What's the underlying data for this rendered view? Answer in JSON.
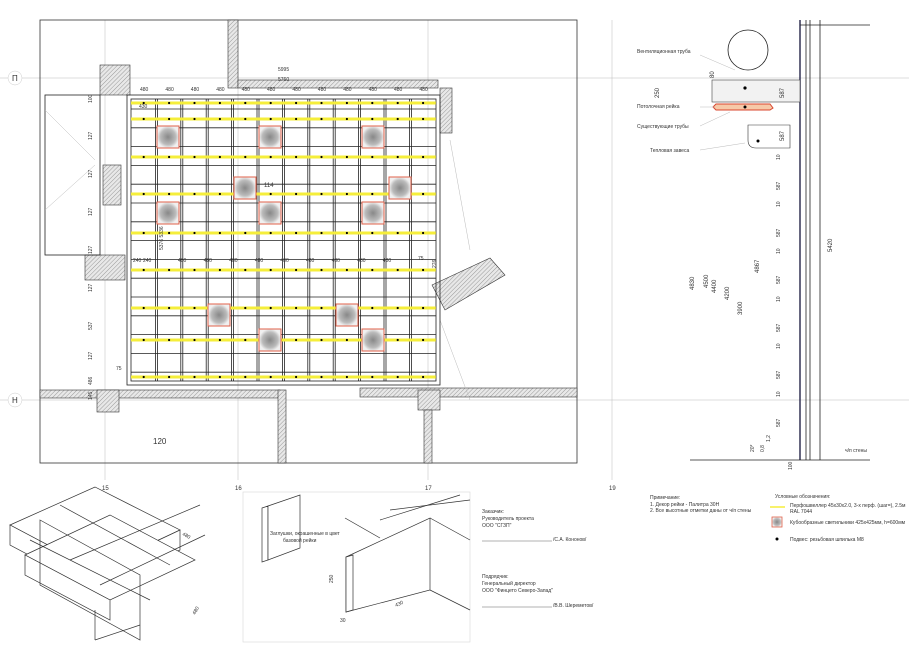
{
  "plan": {
    "axes": {
      "p": "П",
      "n": "Н",
      "a15": "15",
      "a16": "16",
      "a17": "17",
      "a19": "19"
    },
    "room_number": "120",
    "dim_total_1": "5995",
    "dim_total_2": "5760",
    "top_dims": [
      "480",
      "480",
      "480",
      "480",
      "480",
      "480",
      "480",
      "480",
      "480",
      "480",
      "480",
      "480"
    ],
    "mid_dims": [
      "240",
      "240",
      "480",
      "480",
      "480",
      "480",
      "480",
      "480",
      "480",
      "480",
      "480"
    ],
    "edge_dim": "430",
    "mark_114": "114",
    "dim_75": "75",
    "dim_75b": "75",
    "dim_276": "276",
    "dim_15": "15",
    "dim_vert": "5376 5336",
    "left_dims": [
      "100",
      "127",
      "127",
      "127",
      "127",
      "127",
      "537",
      "127",
      "486",
      "145"
    ]
  },
  "section": {
    "labels": {
      "vent_pipe": "Вентиляционная труба",
      "ceiling_rail": "Потолочная рейка",
      "existing_pipes": "Существующие трубы",
      "heat_curtain": "Тепловая завеса"
    },
    "dims_top": {
      "d80": "80",
      "d250": "250",
      "d587a": "587",
      "d587b": "587"
    },
    "rail_dims": [
      "10",
      "587",
      "10",
      "587",
      "10",
      "587",
      "10",
      "587",
      "10",
      "587",
      "10",
      "587"
    ],
    "heights": {
      "h4830": "4830",
      "h4500": "4500",
      "h4400": "4400",
      "h4200": "4200",
      "h3900": "3900",
      "h4867": "4867",
      "h5420": "5420"
    },
    "bottom": {
      "d20": "20*",
      "d08": "0,8",
      "d12": "1,2",
      "d100": "100",
      "floor_note": "ч/п стены"
    }
  },
  "notes": {
    "title": "Примечание:",
    "items": [
      "1. Декор рейки - Палитра 30Н",
      "2. Все высотные отметки даны от ч/п стены"
    ]
  },
  "legend": {
    "title": "Условные обозначения:",
    "items": [
      {
        "symbol": "yellow-line",
        "text": "Перфошвеллер 45x30x2.0, 3-х перф. (шаг=), 2.5м",
        "text2": "RAL 7044"
      },
      {
        "symbol": "lamp-square",
        "text": "Кубообразные светильники 425x425мм, h=600мм"
      },
      {
        "symbol": "dot",
        "text": "Подвес: резьбовая шпилька М8"
      }
    ],
    "colors": {
      "yellow": "#f5ee3a",
      "lamp_border": "#e0614a"
    }
  },
  "isometric": {
    "dim_480a": "480",
    "dim_480b": "480",
    "cap_note_1": "Заглушки, окрашенные в цвет",
    "cap_note_2": "базовой рейки",
    "dim_250": "250",
    "dim_430": "430",
    "dim_30": "30"
  },
  "signatures": {
    "customer": {
      "role": "Заказчик:",
      "position": "Руководитель проекта",
      "company": "ООО \"СГЗП\"",
      "name": "/С.А. Кононов/"
    },
    "contractor": {
      "role": "Подрядчик:",
      "position": "Генеральный директор",
      "company": "ООО \"Финцето Северо-Запад\"",
      "name": "/В.В. Шереметов/"
    }
  }
}
